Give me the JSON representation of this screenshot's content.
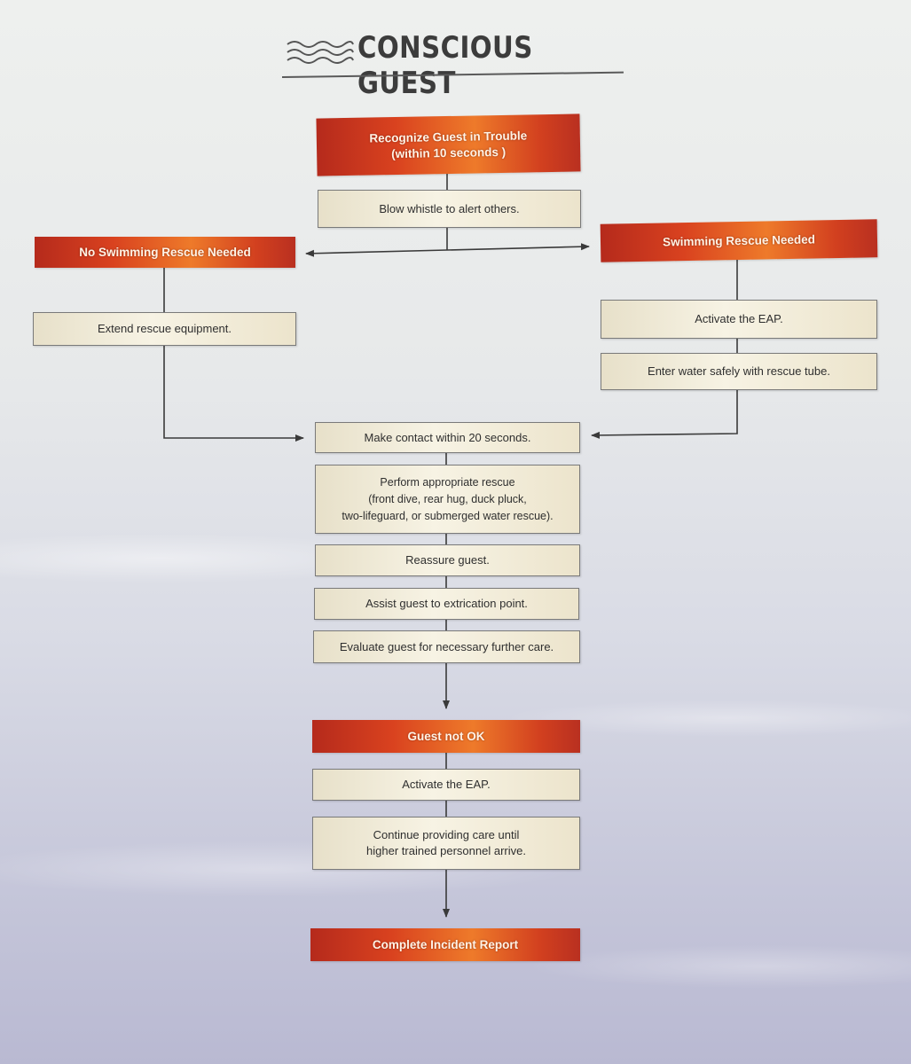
{
  "title": "CONSCIOUS GUEST",
  "nodes": {
    "recognize": "Recognize Guest in  Trouble\n(within 10 seconds )",
    "whistle": "Blow whistle to alert others.",
    "no_swim": "No Swimming Rescue Needed",
    "swim": "Swimming Rescue Needed",
    "extend": "Extend rescue equipment.",
    "activate_eap_1": "Activate the EAP.",
    "enter_water": "Enter water safely with rescue tube.",
    "contact": "Make contact within 20 seconds.",
    "perform": "Perform appropriate rescue\n(front dive, rear hug, duck pluck,\ntwo-lifeguard, or submerged water rescue).",
    "reassure": "Reassure guest.",
    "assist": "Assist guest to extrication point.",
    "evaluate": "Evaluate guest for necessary further care.",
    "not_ok": "Guest not OK",
    "activate_eap_2": "Activate the EAP.",
    "continue": "Continue providing care until\nhigher trained personnel arrive.",
    "report": "Complete Incident Report"
  },
  "colors": {
    "accent_red": "#d9421f",
    "accent_orange": "#ee7a2a",
    "box_fill": "#f7f3e4",
    "line": "#3a3a3a"
  }
}
